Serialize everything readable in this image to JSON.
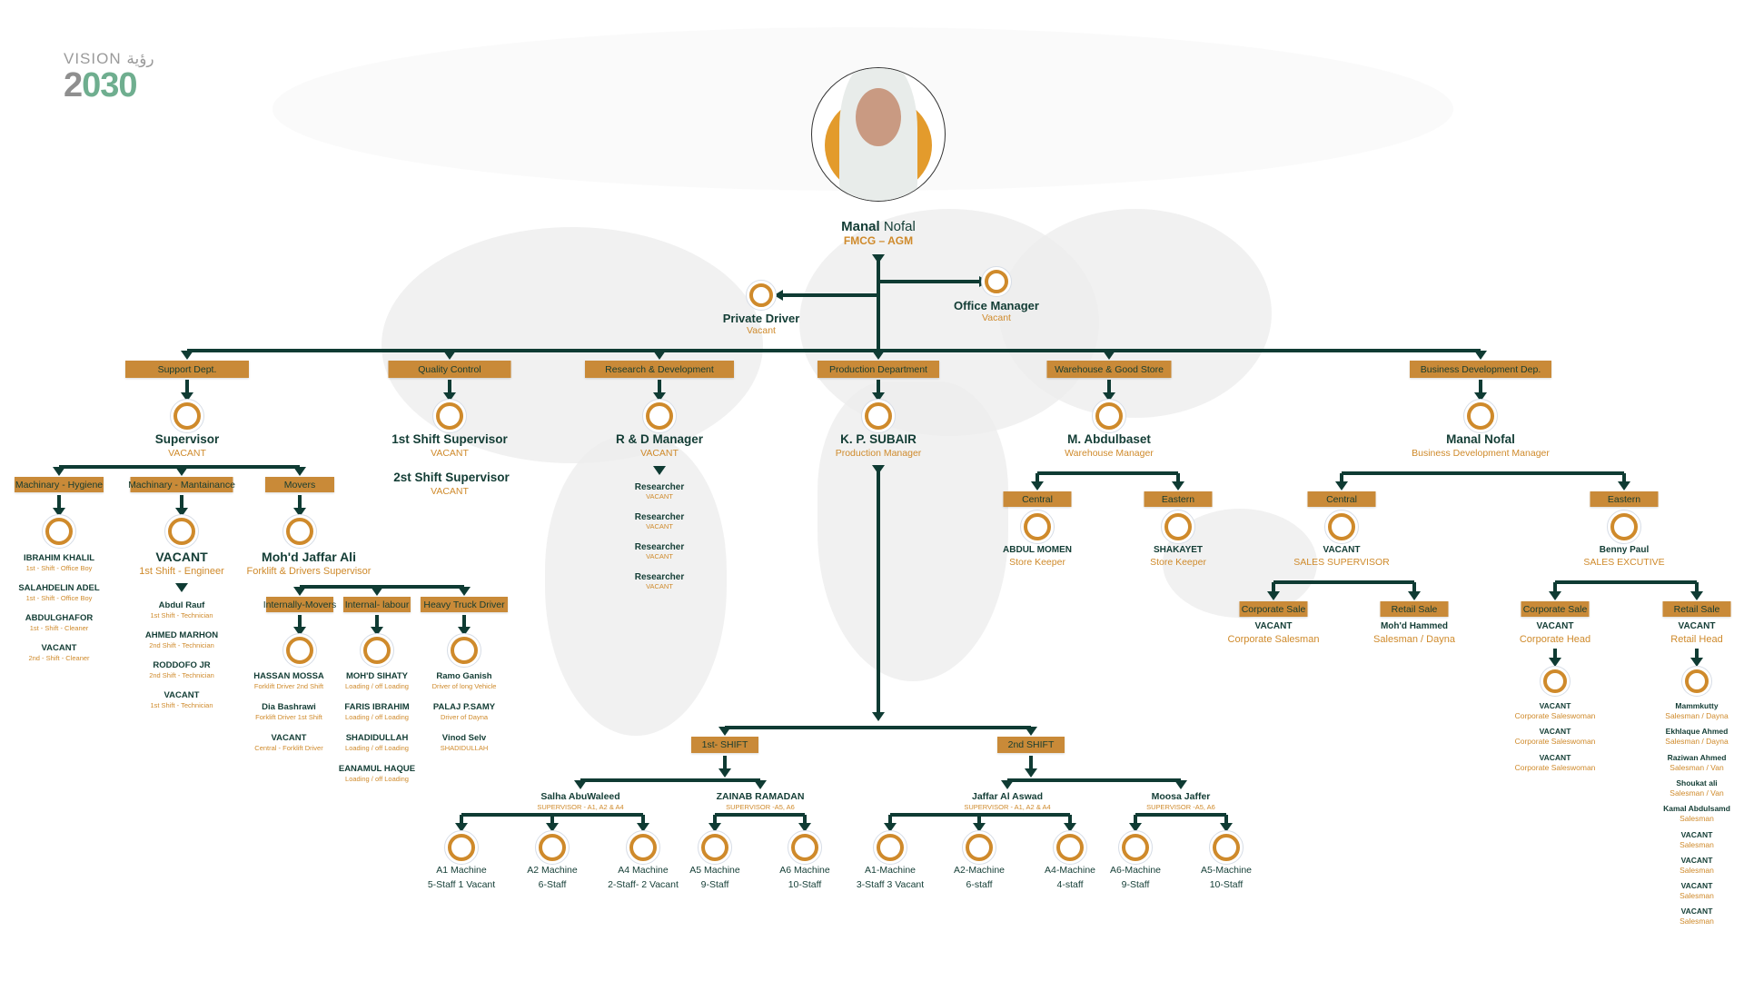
{
  "logo": {
    "vision": "VISION",
    "arabic": "رؤية",
    "year_a": "2",
    "year_b": "030"
  },
  "head": {
    "first": "Manal",
    "last": "Nofal",
    "title": "FMCG – AGM"
  },
  "private_driver": {
    "title": "Private Driver",
    "status": "Vacant"
  },
  "office_manager": {
    "title": "Office Manager",
    "status": "Vacant"
  },
  "colors": {
    "green": "#0f3b33",
    "gold": "#c98a38",
    "orange_text": "#cf8a2b"
  },
  "departments": [
    {
      "label": "Support Dept.",
      "head": {
        "name": "Supervisor",
        "sub": "VACANT"
      },
      "units": [
        {
          "label": "Machinary - Hygiene",
          "staff": [
            {
              "name": "IBRAHIM KHALIL",
              "role": "1st - Shift - Office Boy"
            },
            {
              "name": "SALAHDELIN ADEL",
              "role": "1st - Shift - Office Boy"
            },
            {
              "name": "ABDULGHAFOR",
              "role": "1st - Shift - Cleaner"
            },
            {
              "name": "VACANT",
              "role": "2nd - Shift - Cleaner"
            }
          ]
        },
        {
          "label": "Machinary - Mantainance",
          "head": {
            "name": "VACANT",
            "sub": "1st Shift - Engineer"
          },
          "staff": [
            {
              "name": "Abdul Rauf",
              "role": "1st Shift - Technician"
            },
            {
              "name": "AHMED MARHON",
              "role": "2nd Shift - Technician"
            },
            {
              "name": "RODDOFO JR",
              "role": "2nd Shift - Technician"
            },
            {
              "name": "VACANT",
              "role": "1st Shift - Technician"
            }
          ]
        },
        {
          "label": "Movers",
          "head": {
            "name": "Moh'd Jaffar Ali",
            "sub": "Forklift & Drivers Supervisor"
          },
          "teams": [
            {
              "label": "Internally-Movers",
              "staff": [
                {
                  "name": "HASSAN MOSSA",
                  "role": "Forklift Driver 2nd Shift"
                },
                {
                  "name": "Dia Bashrawi",
                  "role": "Forklift Driver 1st Shift"
                },
                {
                  "name": "VACANT",
                  "role": "Central - Forklift Driver"
                }
              ]
            },
            {
              "label": "Internal- labour",
              "staff": [
                {
                  "name": "MOH'D SIHATY",
                  "role": "Loading / off Loading"
                },
                {
                  "name": "FARIS IBRAHIM",
                  "role": "Loading / off Loading"
                },
                {
                  "name": "SHADIDULLAH",
                  "role": "Loading / off Loading"
                },
                {
                  "name": "EANAMUL HAQUE",
                  "role": "Loading / off Loading"
                }
              ]
            },
            {
              "label": "Heavy Truck Driver",
              "staff": [
                {
                  "name": "Ramo Ganish",
                  "role": "Driver of long Vehicle"
                },
                {
                  "name": "PALAJ P.SAMY",
                  "role": "Driver of Dayna"
                },
                {
                  "name": "Vinod  Selv",
                  "role": "SHADIDULLAH"
                }
              ]
            }
          ]
        }
      ]
    },
    {
      "label": "Quality Control",
      "heads": [
        {
          "name": "1st Shift Supervisor",
          "sub": "VACANT"
        },
        {
          "name": "2st Shift Supervisor",
          "sub": "VACANT"
        }
      ]
    },
    {
      "label": "Research & Development",
      "head": {
        "name": "R & D Manager",
        "sub": "VACANT"
      },
      "staff": [
        {
          "name": "Researcher",
          "role": "VACANT"
        },
        {
          "name": "Researcher",
          "role": "VACANT"
        },
        {
          "name": "Researcher",
          "role": "VACANT"
        },
        {
          "name": "Researcher",
          "role": "VACANT"
        }
      ]
    },
    {
      "label": "Production Department",
      "head": {
        "name": "K. P. SUBAIR",
        "sub": "Production Manager"
      },
      "shifts": [
        {
          "label": "1st- SHIFT",
          "supervisors": [
            {
              "name": "Salha AbuWaleed",
              "sub": "SUPERVISOR - A1, A2 & A4",
              "machines": [
                {
                  "name": "A1 Machine",
                  "staff": "5-Staff 1 Vacant"
                },
                {
                  "name": "A2 Machine",
                  "staff": "6-Staff"
                },
                {
                  "name": "A4 Machine",
                  "staff": "2-Staff- 2 Vacant"
                }
              ]
            },
            {
              "name": "ZAINAB RAMADAN",
              "sub": "SUPERVISOR -A5, A6",
              "machines": [
                {
                  "name": "A5 Machine",
                  "staff": "9-Staff"
                },
                {
                  "name": "A6 Machine",
                  "staff": "10-Staff"
                }
              ]
            }
          ]
        },
        {
          "label": "2nd  SHIFT",
          "supervisors": [
            {
              "name": "Jaffar Al Aswad",
              "sub": "SUPERVISOR - A1, A2 & A4",
              "machines": [
                {
                  "name": "A1-Machine",
                  "staff": "3-Staff 3 Vacant"
                },
                {
                  "name": "A2-Machine",
                  "staff": "6-staff"
                },
                {
                  "name": "A4-Machine",
                  "staff": "4-staff"
                }
              ]
            },
            {
              "name": "Moosa Jaffer",
              "sub": "SUPERVISOR -A5, A6",
              "machines": [
                {
                  "name": "A6-Machine",
                  "staff": "9-Staff"
                },
                {
                  "name": "A5-Machine",
                  "staff": "10-Staff"
                }
              ]
            }
          ]
        }
      ]
    },
    {
      "label": "Warehouse & Good Store",
      "head": {
        "name": "M. Abdulbaset",
        "sub": "Warehouse Manager"
      },
      "regions": [
        {
          "label": "Central",
          "name": "ABDUL MOMEN",
          "role": "Store Keeper"
        },
        {
          "label": "Eastern",
          "name": "SHAKAYET",
          "role": "Store Keeper"
        }
      ]
    },
    {
      "label": "Business Development Dep.",
      "head": {
        "name": "Manal Nofal",
        "sub": "Business Development Manager"
      },
      "regions": [
        {
          "label": "Central",
          "name": "VACANT",
          "role": "SALES SUPERVISOR",
          "channels": [
            {
              "label": "Corporate Sale",
              "name": "VACANT",
              "role": "Corporate Salesman"
            },
            {
              "label": "Retail Sale",
              "name": "Moh'd Hammed",
              "role": "Salesman / Dayna"
            }
          ]
        },
        {
          "label": "Eastern",
          "name": "Benny Paul",
          "role": "SALES EXCUTIVE",
          "channels": [
            {
              "label": "Corporate Sale",
              "name": "VACANT",
              "role": "Corporate Head",
              "staff": [
                {
                  "name": "VACANT",
                  "role": "Corporate Saleswoman"
                },
                {
                  "name": "VACANT",
                  "role": "Corporate Saleswoman"
                },
                {
                  "name": "VACANT",
                  "role": "Corporate Saleswoman"
                }
              ]
            },
            {
              "label": "Retail Sale",
              "name": "VACANT",
              "role": "Retail Head",
              "staff": [
                {
                  "name": "Mammkutty",
                  "role": "Salesman / Dayna"
                },
                {
                  "name": "Ekhlaque Ahmed",
                  "role": "Salesman / Dayna"
                },
                {
                  "name": "Raziwan Ahmed",
                  "role": "Salesman / Van"
                },
                {
                  "name": "Shoukat ali",
                  "role": "Salesman / Van"
                },
                {
                  "name": "Kamal Abdulsamd",
                  "role": "Salesman"
                },
                {
                  "name": "VACANT",
                  "role": "Salesman"
                },
                {
                  "name": "VACANT",
                  "role": "Salesman"
                },
                {
                  "name": "VACANT",
                  "role": "Salesman"
                },
                {
                  "name": "VACANT",
                  "role": "Salesman"
                }
              ]
            }
          ]
        }
      ]
    }
  ]
}
